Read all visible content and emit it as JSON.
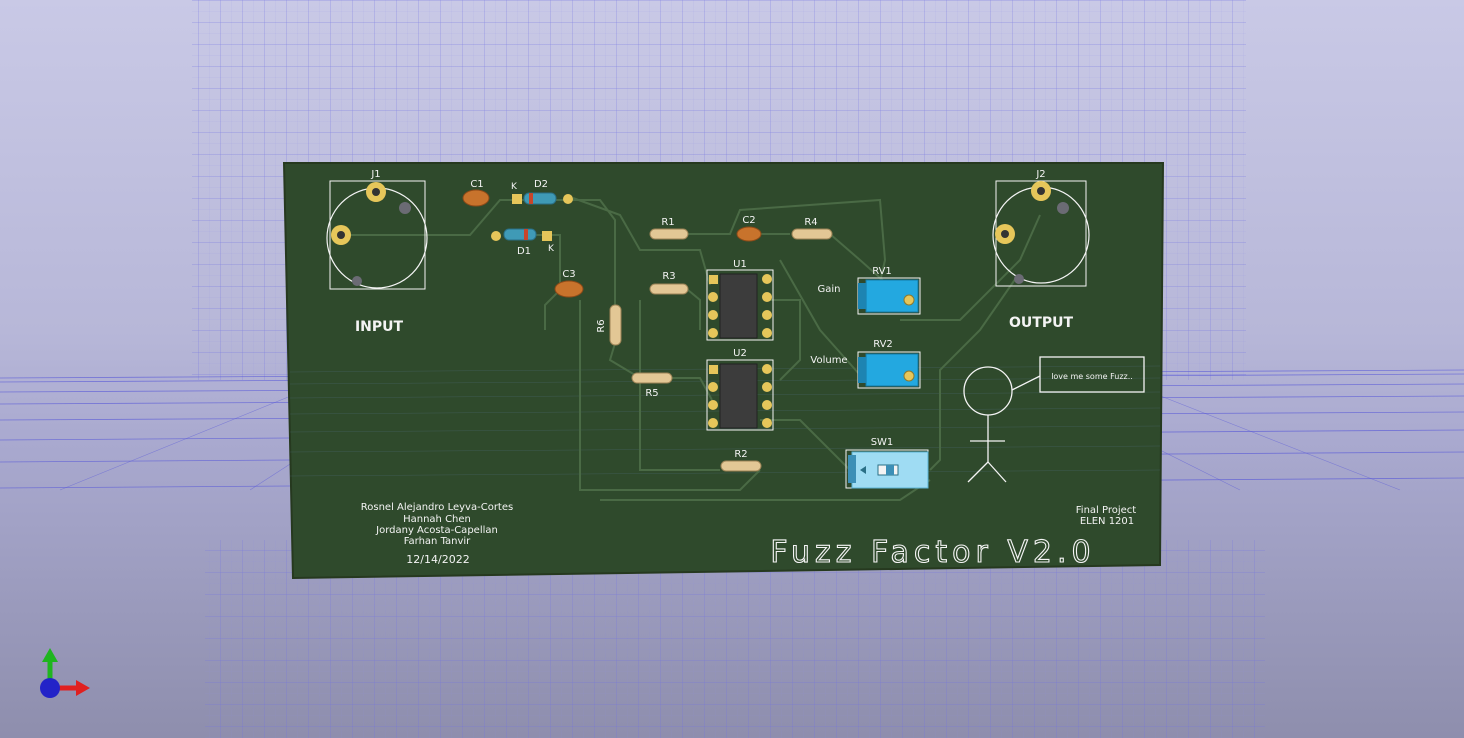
{
  "board": {
    "title": "Fuzz Factor V2.0",
    "input_label": "INPUT",
    "output_label": "OUTPUT",
    "authors": [
      "Rosnel Alejandro Leyva-Cortes",
      "Hannah Chen",
      "Jordany Acosta-Capellan",
      "Farhan Tanvir"
    ],
    "date": "12/14/2022",
    "project_line1": "Final Project",
    "project_line2": "ELEN 1201",
    "speech_bubble": "love me some Fuzz..",
    "gain_label": "Gain",
    "volume_label": "Volume"
  },
  "components": {
    "J1": "J1",
    "J2": "J2",
    "C1": "C1",
    "C2": "C2",
    "C3": "C3",
    "D1": "D1",
    "D2": "D2",
    "D1_cathode": "K",
    "D2_cathode": "K",
    "R1": "R1",
    "R2": "R2",
    "R3": "R3",
    "R4": "R4",
    "R5": "R5",
    "R6": "R6",
    "U1": "U1",
    "U2": "U2",
    "RV1": "RV1",
    "RV2": "RV2",
    "SW1": "SW1"
  },
  "colors": {
    "background_top": "#c9c9e6",
    "grid": "#5a5ad8",
    "board": "#2f4a2c",
    "silkscreen": "#f4f4f4",
    "trace": "#4a6a45",
    "pad": "#e6c65a",
    "resistor": "#e3c795",
    "capacitor": "#c8732c",
    "diode": "#3f9ab6",
    "ic": "#3c3c3c",
    "pot": "#23a8e0"
  },
  "axis_gizmo": {
    "x": "x-axis-icon",
    "y": "y-axis-icon",
    "z": "z-axis-icon"
  }
}
